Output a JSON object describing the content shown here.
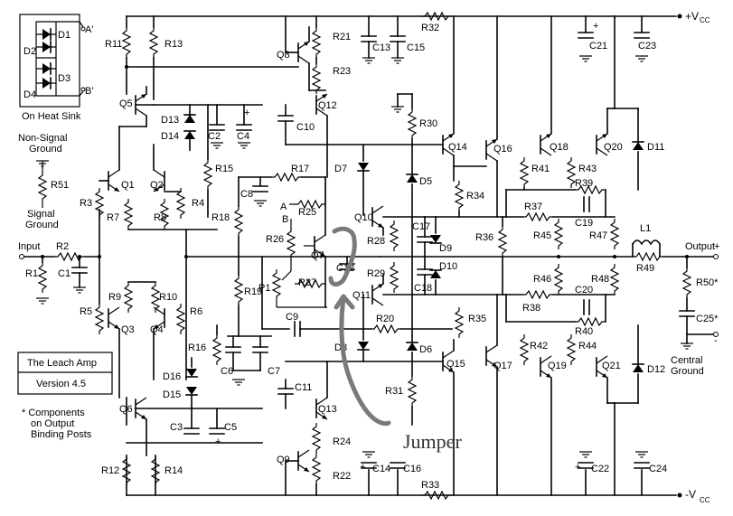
{
  "labels": {
    "vcc_pos": "+V",
    "vcc_pos_sub": "CC",
    "vcc_neg": "-V",
    "vcc_neg_sub": "CC",
    "input": "Input",
    "output": "Output",
    "out_plus": "+",
    "out_minus": "-",
    "central_ground_1": "Central",
    "central_ground_2": "Ground",
    "nonsignal_1": "Non-Signal",
    "nonsignal_2": "Ground",
    "signal_1": "Signal",
    "signal_2": "Ground",
    "heatsink": "On Heat Sink",
    "a_prime": "A'",
    "b_prime": "B'",
    "a": "A",
    "b": "B",
    "title_1": "The Leach Amp",
    "title_2": "Version 4.5",
    "note_1": "* Components",
    "note_2": "on Output",
    "note_3": "Binding Posts",
    "jumper": "Jumper"
  },
  "components": {
    "D1": "D1",
    "D2": "D2",
    "D3": "D3",
    "D4": "D4",
    "R1": "R1",
    "R2": "R2",
    "R3": "R3",
    "R4": "R4",
    "R5": "R5",
    "R6": "R6",
    "R7": "R7",
    "R8": "R8",
    "R9": "R9",
    "R10": "R10",
    "R11": "R11",
    "R12": "R12",
    "R13": "R13",
    "R14": "R14",
    "R15": "R15",
    "R16": "R16",
    "R17": "R17",
    "R18": "R18",
    "R19": "R19",
    "R20": "R20",
    "R21": "R21",
    "R22": "R22",
    "R23": "R23",
    "R24": "R24",
    "R25": "R25",
    "R26": "R26",
    "R27": "R27",
    "R28": "R28",
    "R29": "R29",
    "R30": "R30",
    "R31": "R31",
    "R32": "R32",
    "R33": "R33",
    "R34": "R34",
    "R35": "R35",
    "R36": "R36",
    "R37": "R37",
    "R38": "R38",
    "R39": "R39",
    "R40": "R40",
    "R41": "R41",
    "R42": "R42",
    "R43": "R43",
    "R44": "R44",
    "R45": "R45",
    "R46": "R46",
    "R47": "R47",
    "R48": "R48",
    "R49": "R49",
    "R50": "R50*",
    "R51": "R51",
    "Q1": "Q1",
    "Q2": "Q2",
    "Q3": "Q3",
    "Q4": "Q4",
    "Q5": "Q5",
    "Q6": "Q6",
    "Q7": "Q7",
    "Q8": "Q8",
    "Q9": "Q9",
    "Q10": "Q10",
    "Q11": "Q11",
    "Q12": "Q12",
    "Q13": "Q13",
    "Q14": "Q14",
    "Q15": "Q15",
    "Q16": "Q16",
    "Q17": "Q17",
    "Q18": "Q18",
    "Q19": "Q19",
    "Q20": "Q20",
    "Q21": "Q21",
    "C1": "C1",
    "C2": "C2",
    "C3": "C3",
    "C4": "C4",
    "C5": "C5",
    "C6": "C6",
    "C7": "C7",
    "C8": "C8",
    "C9": "C9",
    "C10": "C10",
    "C11": "C11",
    "C12": "C12",
    "C13": "C13",
    "C14": "C14",
    "C15": "C15",
    "C16": "C16",
    "C17": "C17",
    "C18": "C18",
    "C19": "C19",
    "C20": "C20",
    "C21": "C21",
    "C22": "C22",
    "C23": "C23",
    "C24": "C24",
    "C25": "C25*",
    "D5": "D5",
    "D6": "D6",
    "D7": "D7",
    "D8": "D8",
    "D9": "D9",
    "D10": "D10",
    "D11": "D11",
    "D12": "D12",
    "D13": "D13",
    "D14": "D14",
    "D15": "D15",
    "D16": "D16",
    "L1": "L1",
    "P1": "P1"
  }
}
